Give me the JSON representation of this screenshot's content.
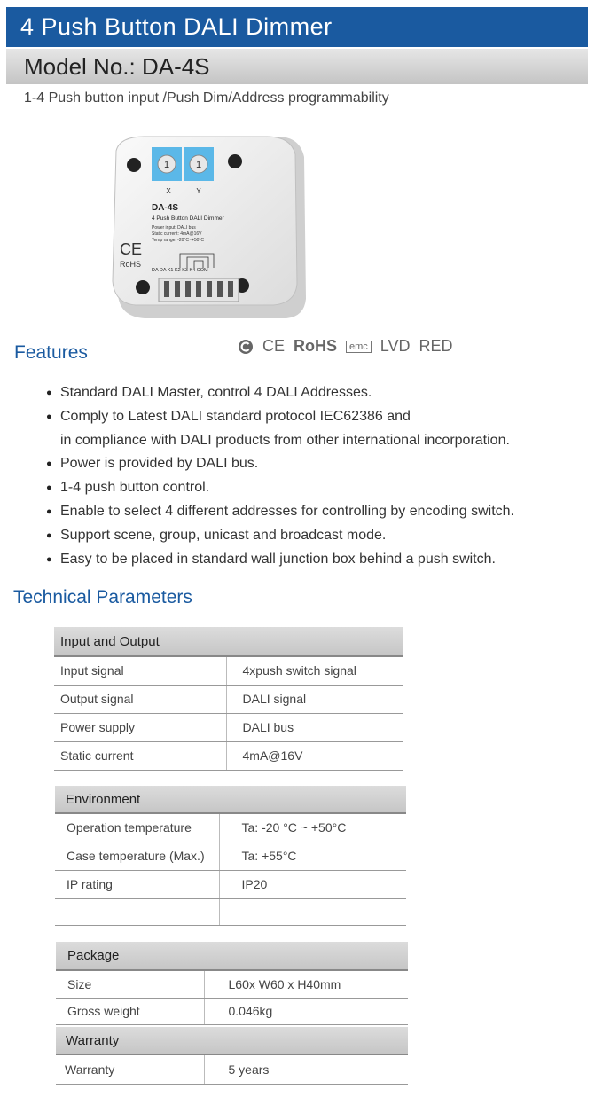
{
  "header": {
    "title": "4 Push Button DALI Dimmer",
    "model": "Model No.: DA-4S"
  },
  "subtitle": "1-4 Push button input /Push Dim/Address programmability",
  "product": {
    "dial_x": "X",
    "dial_y": "Y",
    "model": "DA-4S",
    "name": "4 Push Button DALI Dimmer",
    "spec1": "Power input: DALI bus",
    "spec2": "Static current: 4mA@16V",
    "spec3": "Temp range: -20°C~+50°C",
    "ce": "CE",
    "rohs": "RoHS",
    "terminals": "DA DA K1 K2 K3 K4 COM"
  },
  "features": {
    "title": "Features",
    "certs": {
      "ce": "CE",
      "rohs": "RoHS",
      "emc": "emc",
      "lvd": "LVD",
      "red": "RED"
    },
    "items": [
      "Standard DALI Master, control 4 DALI Addresses.",
      "Comply to Latest DALI standard protocol IEC62386 and",
      "in compliance with DALI products from other international incorporation.",
      "Power is provided by DALI bus.",
      "1-4 push button control.",
      "Enable to select 4 different addresses for controlling by encoding switch.",
      "Support scene, group, unicast and broadcast mode.",
      "Easy to be placed in standard wall junction box behind a push switch."
    ]
  },
  "technical": {
    "title": "Technical Parameters",
    "io": {
      "header": "Input and Output",
      "rows": [
        [
          "Input signal",
          "4xpush switch signal"
        ],
        [
          "Output signal",
          "DALI signal"
        ],
        [
          "Power supply",
          "DALI bus"
        ],
        [
          "Static current",
          "4mA@16V"
        ]
      ]
    },
    "env": {
      "header": "Environment",
      "rows": [
        [
          "Operation temperature",
          "Ta: -20 °C ~ +50°C"
        ],
        [
          "Case temperature (Max.)",
          "Ta: +55°C"
        ],
        [
          "IP rating",
          "IP20"
        ],
        [
          "",
          ""
        ]
      ]
    },
    "package": {
      "header": "Package",
      "rows": [
        [
          "Size",
          "L60x W60 x H40mm"
        ],
        [
          "Gross weight",
          "0.046kg"
        ]
      ]
    },
    "warranty": {
      "header": "Warranty",
      "rows": [
        [
          "Warranty",
          "5 years"
        ]
      ]
    }
  }
}
